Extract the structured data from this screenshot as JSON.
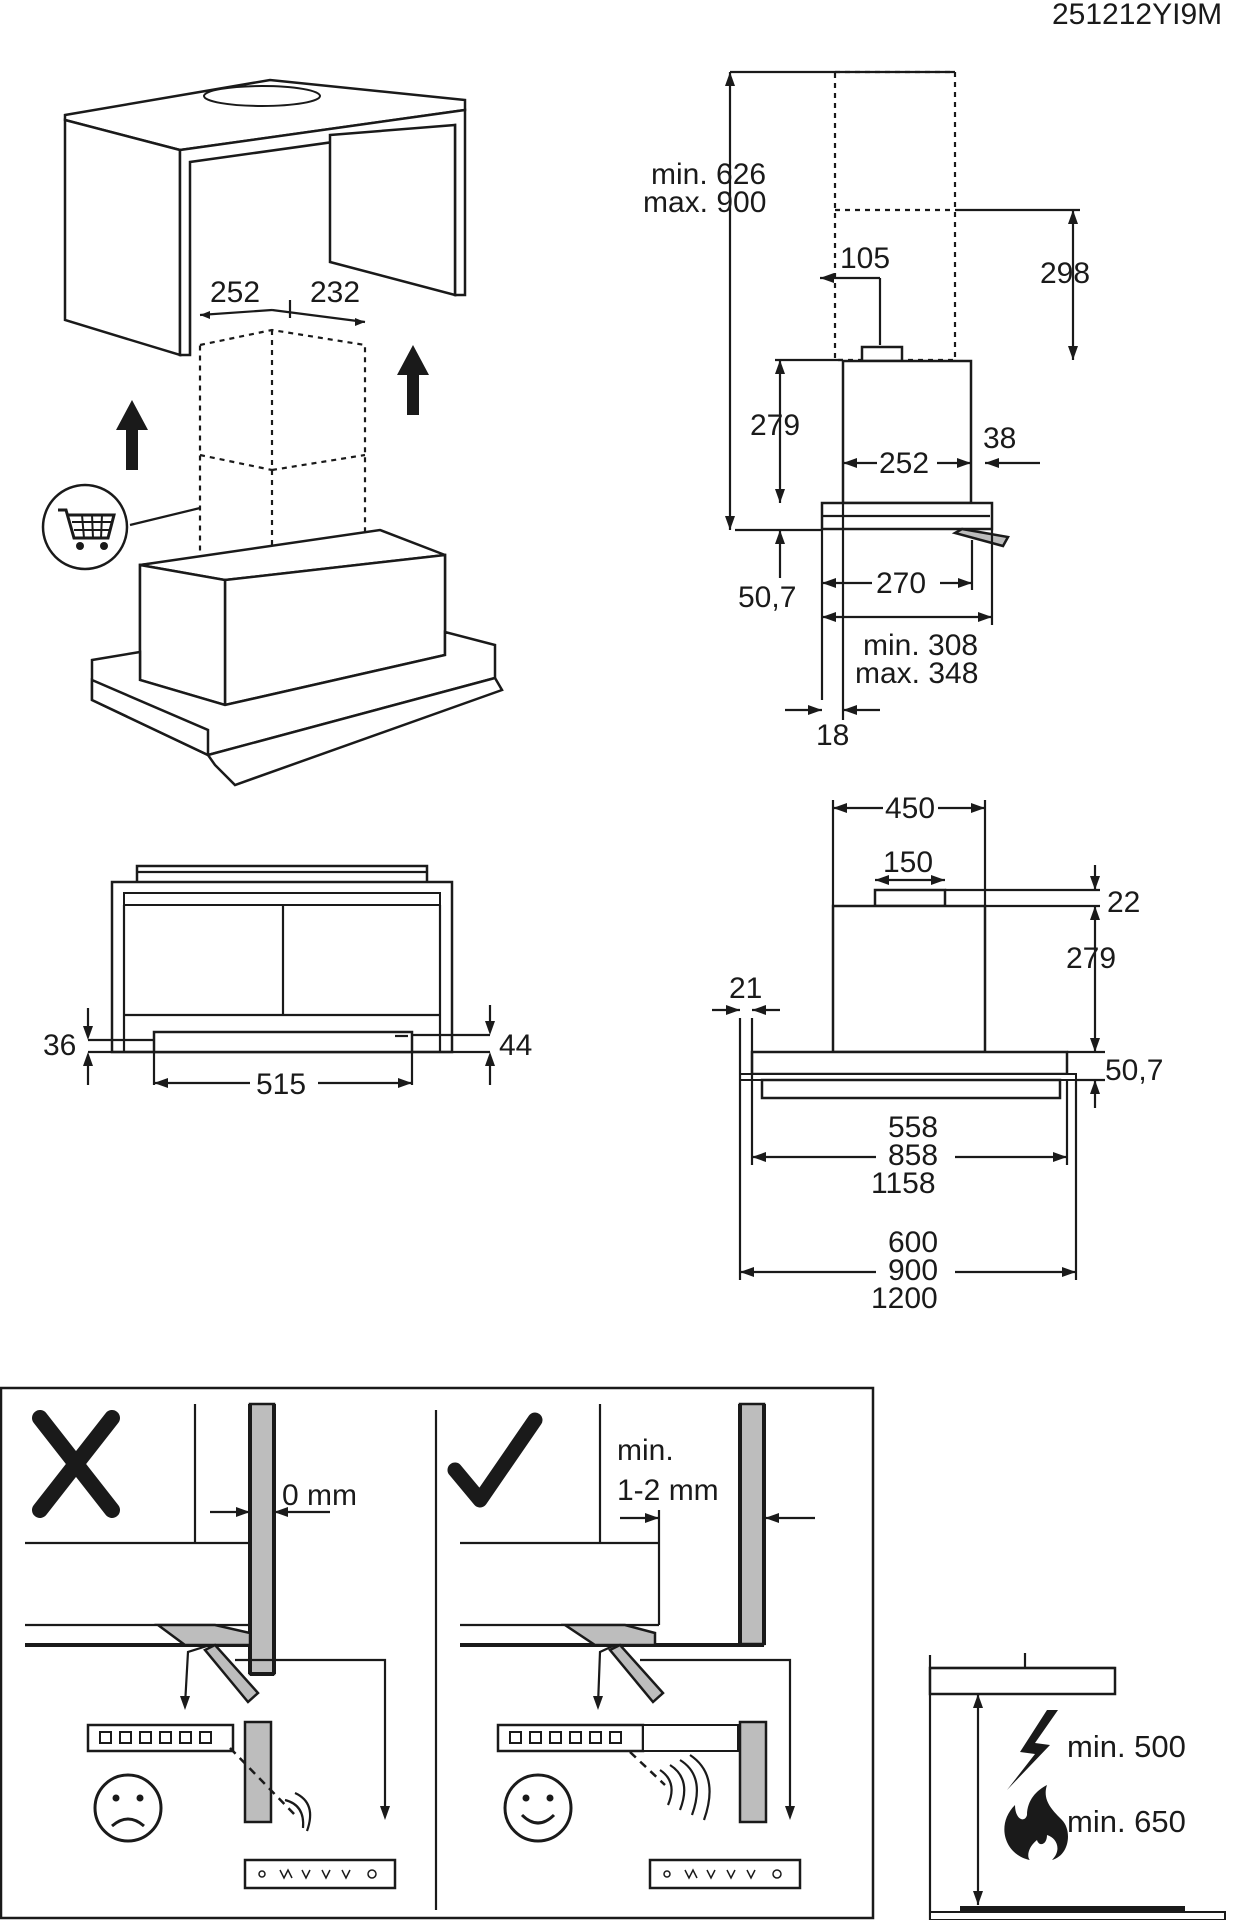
{
  "doc_code": "251212YI9M",
  "side_view": {
    "height_min": "min. 626",
    "height_max": "max. 900",
    "duct_offset": "105",
    "top_gap": "298",
    "body_height": "279",
    "body_width": "252",
    "side_offset": "38",
    "panel_thickness": "50,7",
    "panel_width": "270",
    "depth_min": "min. 308",
    "depth_max": "max. 348",
    "front_offset": "18"
  },
  "chimney": {
    "width_left": "252",
    "width_right": "232"
  },
  "front_small": {
    "left_gap": "36",
    "right_gap": "44",
    "width": "515"
  },
  "front_view": {
    "top_width": "450",
    "duct_width": "150",
    "duct_height": "22",
    "body_height": "279",
    "left_offset": "21",
    "panel_thickness": "50,7",
    "inner_widths": [
      "558",
      "858",
      "1158"
    ],
    "outer_widths": [
      "600",
      "900",
      "1200"
    ]
  },
  "clearance": {
    "wrong_gap": "0 mm",
    "right_gap_line1": "min.",
    "right_gap_line2": "1-2 mm"
  },
  "cooktop": {
    "electric_min": "min. 500",
    "gas_min": "min. 650"
  }
}
